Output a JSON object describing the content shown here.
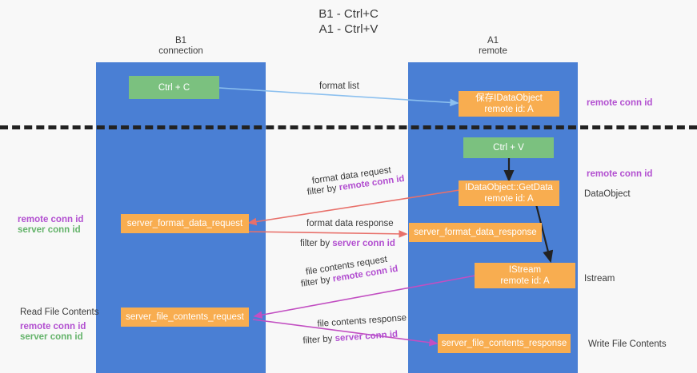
{
  "title": {
    "line1": "B1 - Ctrl+C",
    "line2": "A1 - Ctrl+V"
  },
  "lanes": [
    {
      "name": "B1",
      "sub": "connection"
    },
    {
      "name": "A1",
      "sub": "remote"
    }
  ],
  "colors": {
    "lane": "#4a7fd4",
    "green_box": "#7bc17f",
    "orange_box": "#f8ad50",
    "purple_text": "#b24fd0",
    "green_text": "#64b36a",
    "blue_arrow": "#8cc0ef",
    "red_arrow": "#e8706a",
    "magenta_arrow": "#c24fc2",
    "black_arrow": "#222222",
    "background": "#f8f8f8"
  },
  "boxes": {
    "ctrl_c": {
      "line1": "Ctrl + C"
    },
    "save_idataobject": {
      "line1": "保存IDataObject",
      "line2": "remote id: A"
    },
    "ctrl_v": {
      "line1": "Ctrl + V"
    },
    "getdata": {
      "line1": "IDataObject::GetData",
      "line2": "remote id: A"
    },
    "server_format_data_request": {
      "line1": "server_format_data_request"
    },
    "server_format_data_response": {
      "line1": "server_format_data_response"
    },
    "istream": {
      "line1": "IStream",
      "line2": "remote id: A"
    },
    "server_file_contents_request": {
      "line1": "server_file_contents_request"
    },
    "server_file_contents_response": {
      "line1": "server_file_contents_response"
    }
  },
  "edge_labels": {
    "format_list": "format list",
    "format_data_request": "format data request",
    "format_data_request_filter_prefix": "filter by ",
    "format_data_request_filter_key": "remote conn id",
    "format_data_response": "format data response",
    "format_data_response_filter_prefix": "filter by ",
    "format_data_response_filter_key": "server conn id",
    "file_contents_request": "file contents request",
    "file_contents_request_filter_prefix": "filter by ",
    "file_contents_request_filter_key": "remote conn id",
    "file_contents_response": "file contents response",
    "file_contents_response_filter_prefix": "filter by ",
    "file_contents_response_filter_key": "server conn id"
  },
  "side_notes": {
    "right_top_remote_conn_id": "remote conn id",
    "right_mid_remote_conn_id": "remote conn id",
    "right_dataobject": "DataObject",
    "right_istream": "Istream",
    "right_write_file_contents": "Write File Contents",
    "left_mid_remote_conn_id": "remote conn id",
    "left_mid_server_conn_id": "server conn id",
    "left_read_file_contents": "Read File Contents",
    "left_bottom_remote_conn_id": "remote conn id",
    "left_bottom_server_conn_id": "server conn id"
  }
}
